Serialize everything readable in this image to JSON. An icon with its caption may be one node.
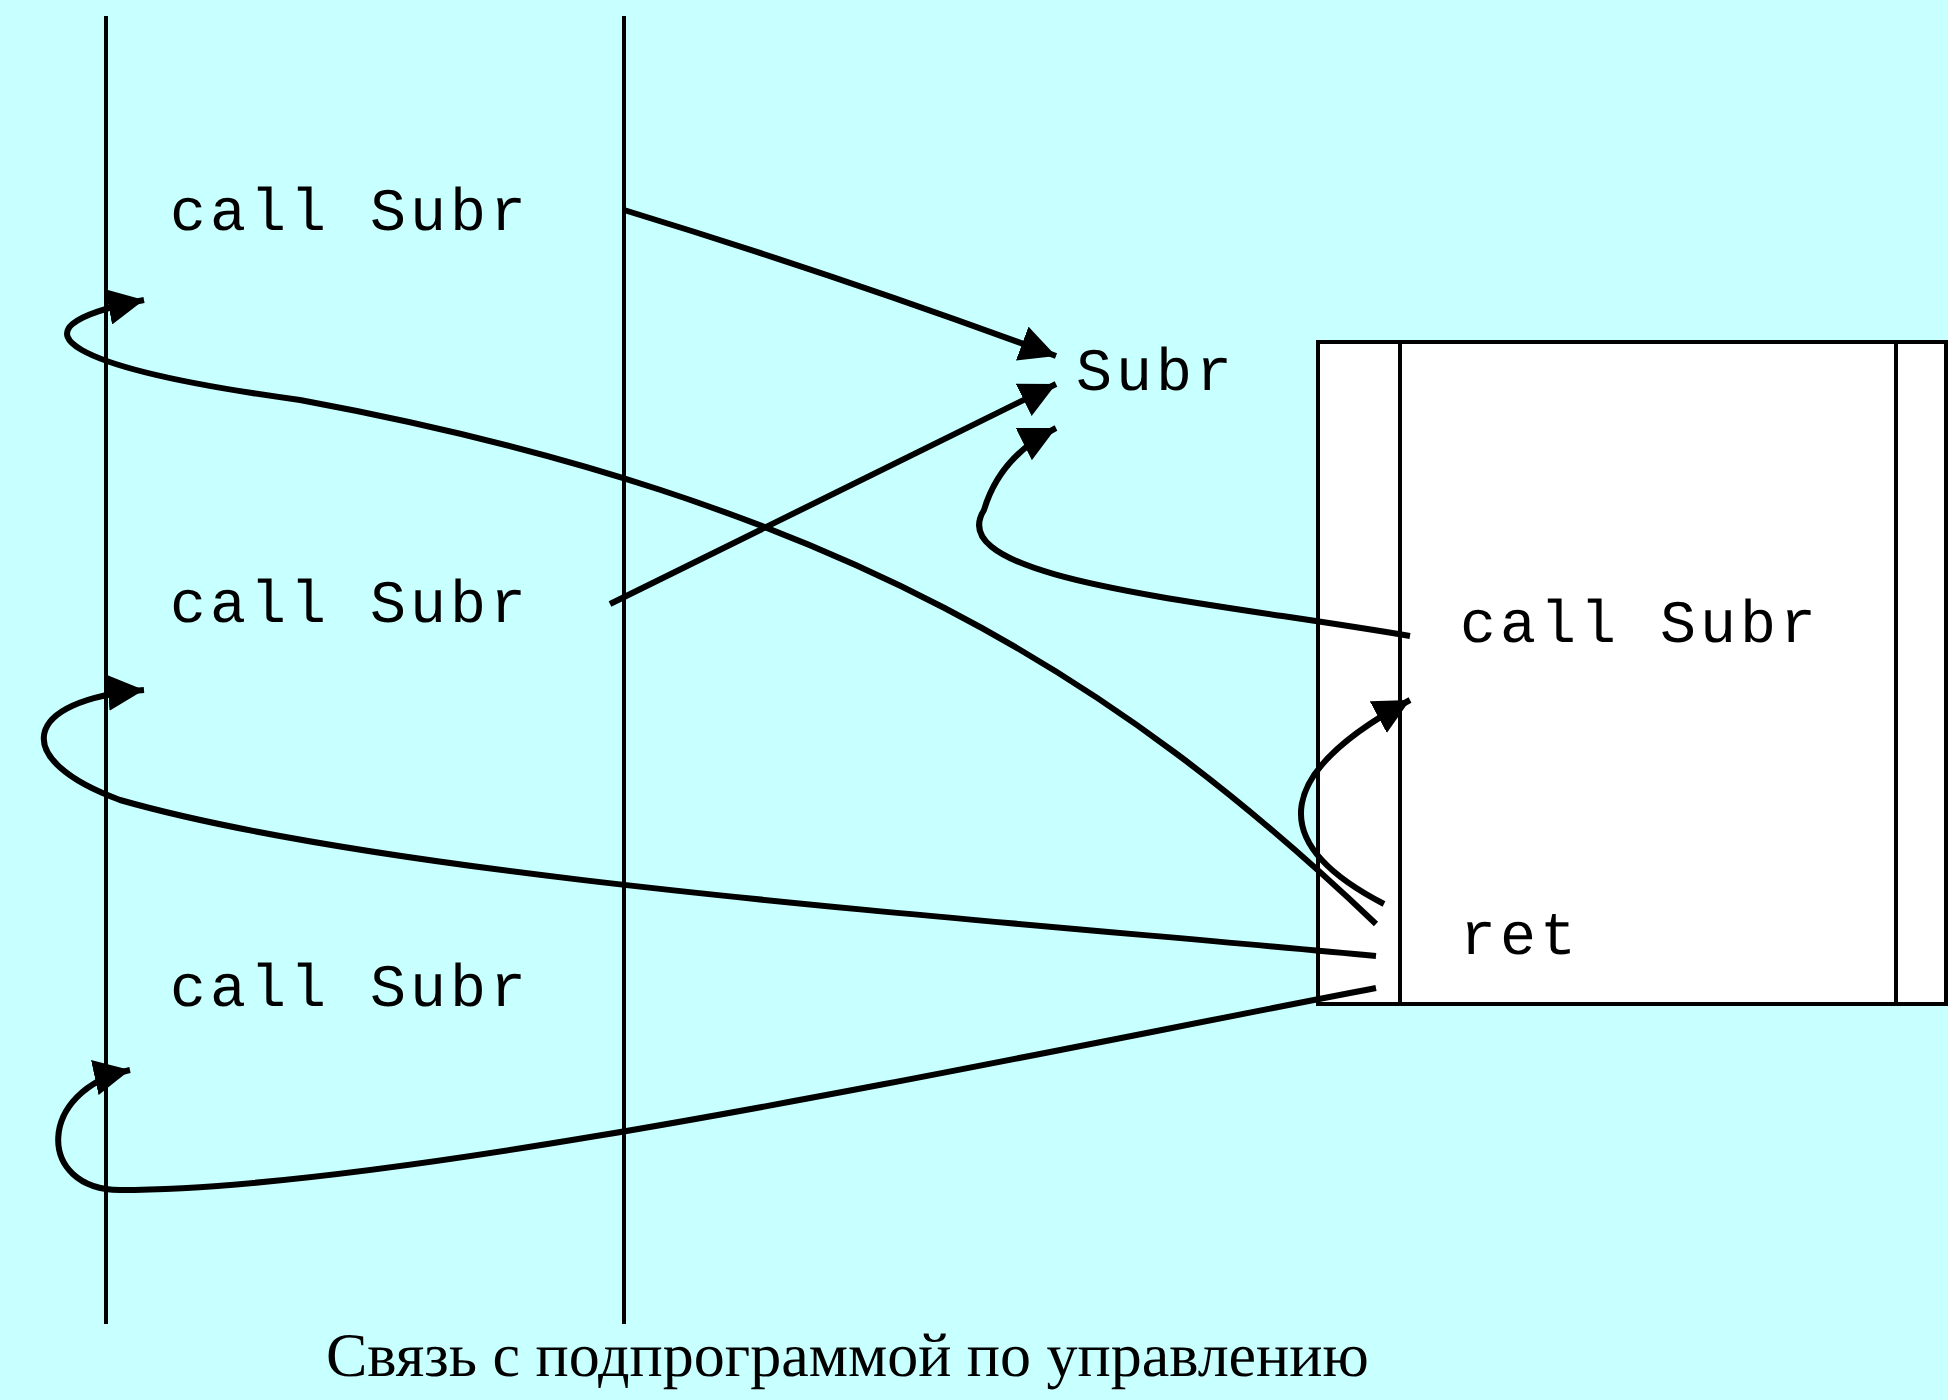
{
  "diagram": {
    "caption": "Связь с подпрограммой по управлению",
    "nodes": [
      {
        "text": [
          "call Subr"
        ]
      },
      {
        "text": [
          "call Subr"
        ]
      },
      {
        "text": [
          "call Subr"
        ]
      },
      {
        "text": [
          "Subr"
        ]
      },
      {
        "text": [],
        "shape": "box"
      },
      {
        "text": [
          "call Subr"
        ],
        "in": 4
      },
      {
        "text": [
          "ret"
        ],
        "in": 4
      }
    ],
    "edges": [
      {
        "from": 0,
        "to": 3,
        "arrow": "to"
      },
      {
        "from": 1,
        "to": 3,
        "arrow": "to"
      },
      {
        "from": 5,
        "to": 3,
        "arrow": "to"
      },
      {
        "from": 6,
        "to": 5,
        "arrow": "to"
      },
      {
        "from": 6,
        "to": 0,
        "arrow": "to"
      },
      {
        "from": 6,
        "to": 1,
        "arrow": "to"
      },
      {
        "from": 6,
        "to": 2,
        "arrow": "to"
      }
    ]
  }
}
